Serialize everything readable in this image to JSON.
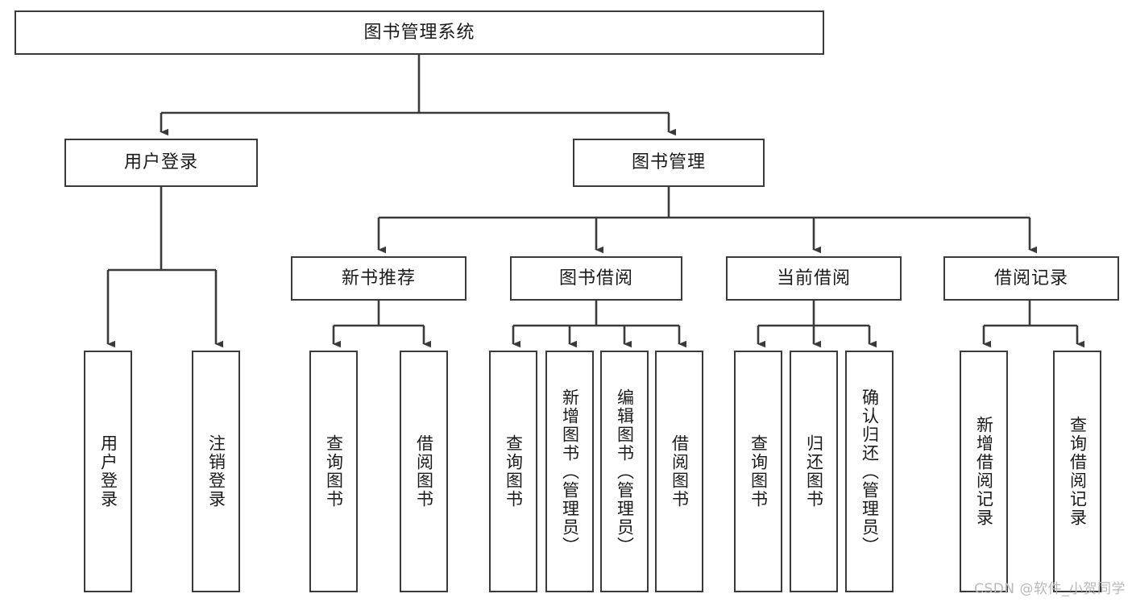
{
  "diagram": {
    "type": "tree-hierarchy-diagram",
    "title": "图书管理系统",
    "orientation": "top-down",
    "box_fill": "#ffffff",
    "box_stroke": "#3a3a3a",
    "text_color": "#1b1b1b",
    "levels": 4,
    "root": {
      "id": "root",
      "label": "图书管理系统",
      "orientation": "horizontal"
    },
    "level2": [
      {
        "id": "user-login",
        "label": "用户登录",
        "orientation": "horizontal"
      },
      {
        "id": "book-management",
        "label": "图书管理",
        "orientation": "horizontal"
      }
    ],
    "level3": [
      {
        "id": "new-book-recommend",
        "label": "新书推荐",
        "parent": "book-management",
        "orientation": "horizontal"
      },
      {
        "id": "book-borrow",
        "label": "图书借阅",
        "parent": "book-management",
        "orientation": "horizontal"
      },
      {
        "id": "current-borrow",
        "label": "当前借阅",
        "parent": "book-management",
        "orientation": "horizontal"
      },
      {
        "id": "borrow-record",
        "label": "借阅记录",
        "parent": "book-management",
        "orientation": "horizontal"
      }
    ],
    "leaves": [
      {
        "id": "leaf-user-login",
        "label": "用户登录",
        "parent": "user-login",
        "orientation": "vertical"
      },
      {
        "id": "leaf-user-logout",
        "label": "注销登录",
        "parent": "user-login",
        "orientation": "vertical"
      },
      {
        "id": "leaf-query-book-1",
        "label": "查询图书",
        "parent": "new-book-recommend",
        "orientation": "vertical"
      },
      {
        "id": "leaf-borrow-book-1",
        "label": "借阅图书",
        "parent": "new-book-recommend",
        "orientation": "vertical"
      },
      {
        "id": "leaf-query-book-2",
        "label": "查询图书",
        "parent": "book-borrow",
        "orientation": "vertical"
      },
      {
        "id": "leaf-add-book",
        "label": "新增图书（管理员）",
        "parent": "book-borrow",
        "orientation": "vertical"
      },
      {
        "id": "leaf-edit-book",
        "label": "编辑图书（管理员）",
        "parent": "book-borrow",
        "orientation": "vertical"
      },
      {
        "id": "leaf-borrow-book-2",
        "label": "借阅图书",
        "parent": "book-borrow",
        "orientation": "vertical"
      },
      {
        "id": "leaf-query-book-3",
        "label": "查询图书",
        "parent": "current-borrow",
        "orientation": "vertical"
      },
      {
        "id": "leaf-return-book",
        "label": "归还图书",
        "parent": "current-borrow",
        "orientation": "vertical"
      },
      {
        "id": "leaf-confirm-return",
        "label": "确认归还（管理员）",
        "parent": "current-borrow",
        "orientation": "vertical"
      },
      {
        "id": "leaf-add-record",
        "label": "新增借阅记录",
        "parent": "borrow-record",
        "orientation": "vertical"
      },
      {
        "id": "leaf-query-record",
        "label": "查询借阅记录",
        "parent": "borrow-record",
        "orientation": "vertical"
      }
    ]
  },
  "watermark": {
    "text": "CSDN @软件_小贺同学"
  }
}
